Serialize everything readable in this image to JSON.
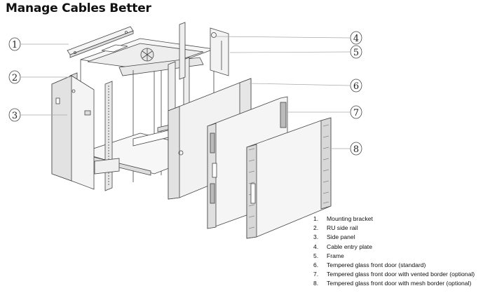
{
  "title": "Manage Cables Better",
  "callouts": [
    "1",
    "2",
    "3",
    "4",
    "5",
    "6",
    "7",
    "8"
  ],
  "legend": [
    {
      "num": "1.",
      "label": "Mounting bracket"
    },
    {
      "num": "2.",
      "label": "RU side rail"
    },
    {
      "num": "3.",
      "label": "Side panel"
    },
    {
      "num": "4.",
      "label": "Cable entry plate"
    },
    {
      "num": "5.",
      "label": "Frame"
    },
    {
      "num": "6.",
      "label": "Tempered glass front door (standard)"
    },
    {
      "num": "7.",
      "label": "Tempered glass front door with vented border (optional)"
    },
    {
      "num": "8.",
      "label": "Tempered glass front door with mesh border (optional)"
    }
  ],
  "colors": {
    "line": "#444444",
    "panel": "#f2f2f2",
    "panel_shade": "#d9d9d9",
    "text": "#111111"
  }
}
